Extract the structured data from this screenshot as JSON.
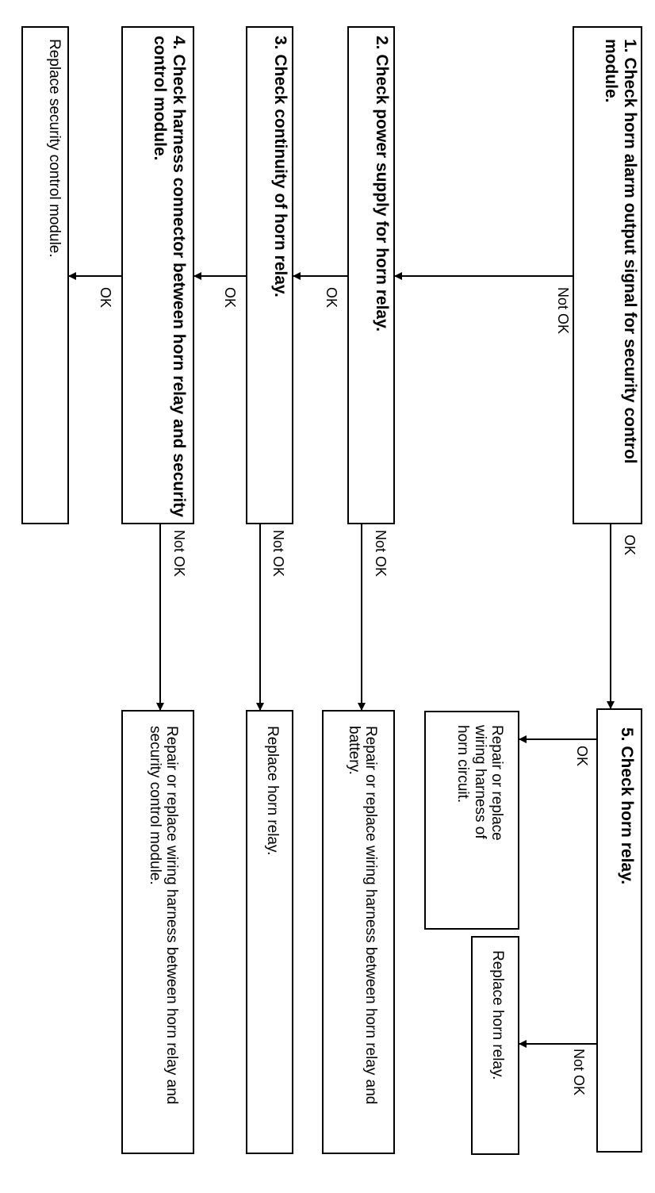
{
  "steps": [
    {
      "number": "1.",
      "text": "Check horn alarm output signal for security control module."
    },
    {
      "number": "2.",
      "text": "Check power supply for horn relay."
    },
    {
      "number": "3.",
      "text": "Check continuity of horn relay."
    },
    {
      "number": "4.",
      "text": "Check harness connector between horn relay and security control module."
    },
    {
      "number": "5.",
      "text": "Check horn relay."
    }
  ],
  "actions": {
    "replace_scm": "Replace security control module.",
    "repair_harness_horn_circuit": "Repair or replace wiring harness of horn circuit.",
    "replace_horn_relay_step5": "Replace horn relay.",
    "repair_harness_relay_battery": "Repair or replace wiring harness between horn relay and battery.",
    "replace_horn_relay_step3": "Replace horn relay.",
    "repair_harness_relay_scm": "Repair or replace wiring harness between horn relay and security control module."
  },
  "labels": {
    "s1_not_ok": "Not OK",
    "s1_ok": "OK",
    "s2_ok": "OK",
    "s2_not_ok": "Not OK",
    "s3_ok": "OK",
    "s3_not_ok": "Not OK",
    "s4_ok": "OK",
    "s4_not_ok": "Not OK",
    "s5_ok": "OK",
    "s5_not_ok": "Not OK"
  }
}
